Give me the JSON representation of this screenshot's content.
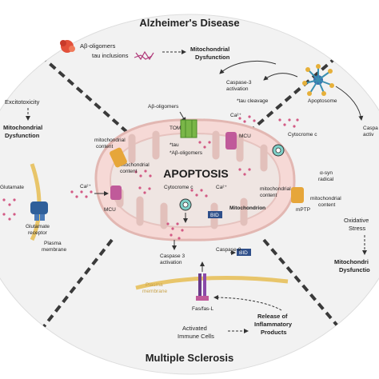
{
  "titles": {
    "top": "Alzheimer's Disease",
    "bottom": "Multiple Sclerosis"
  },
  "center": {
    "label": "APOPTOSIS"
  },
  "alz": {
    "ab_oligomers": "Aβ-oligomers",
    "tau_inclusions": "tau inclusions",
    "mito_dysfunction": "Mitochondrial",
    "mito_dysfunction2": "Dysfunction",
    "caspase3_activation": "Caspase-3",
    "caspase3_activation2": "activation",
    "tau_cleavage": "*tau cleavage",
    "ab_oligomers2": "Aβ-oligomers",
    "ca": "Ca²⁺",
    "apoptosome": "Apoptosome",
    "tom": "TOM",
    "tau": "*tau",
    "ab_star": "*Aβ-oligomers",
    "mcu_top": "MCU",
    "cytc_right": "Cytocrome c"
  },
  "left": {
    "excitotoxicity": "Excitotoxicity",
    "mito1": "Mitochondrial",
    "mito2": "Dysfunction",
    "glutamate": "Glutamate",
    "receptor1": "Glutamate",
    "receptor2": "receptor",
    "plasma1": "Plasma",
    "plasma2": "membrane",
    "ca": "Ca²⁺"
  },
  "mito": {
    "content_top": [
      "mitochondrial",
      "content"
    ],
    "content_left": [
      "mitochondrial",
      "content"
    ],
    "content_right": [
      "mitochondrial",
      "content"
    ],
    "content_far_right": [
      "mitochondrial",
      "content"
    ],
    "mcu_left": "MCU",
    "ca_center": "Ca²⁺",
    "cytc_center": "Cytocrome c",
    "mitochondrion": "Mitochondrion",
    "bid_top": "BID",
    "bid_bottom": "BID",
    "mptp": "mPTP",
    "asyn": [
      "α-syn",
      "radical"
    ]
  },
  "right": {
    "caspase": [
      "Caspa",
      "activ"
    ],
    "oxidative": [
      "Oxidative",
      "Stress"
    ],
    "mito": [
      "Mitochondri",
      "Dysfunctio"
    ]
  },
  "ms": {
    "caspase3": [
      "Caspase 3",
      "activation"
    ],
    "caspase8": "Caspase-8",
    "plasma": [
      "Plasma",
      "membrane"
    ],
    "fas": "Fas/fas-L",
    "immune": [
      "Activated",
      "Immune Cells"
    ],
    "release": [
      "Release of",
      "Inflammatory",
      "Products"
    ]
  }
}
